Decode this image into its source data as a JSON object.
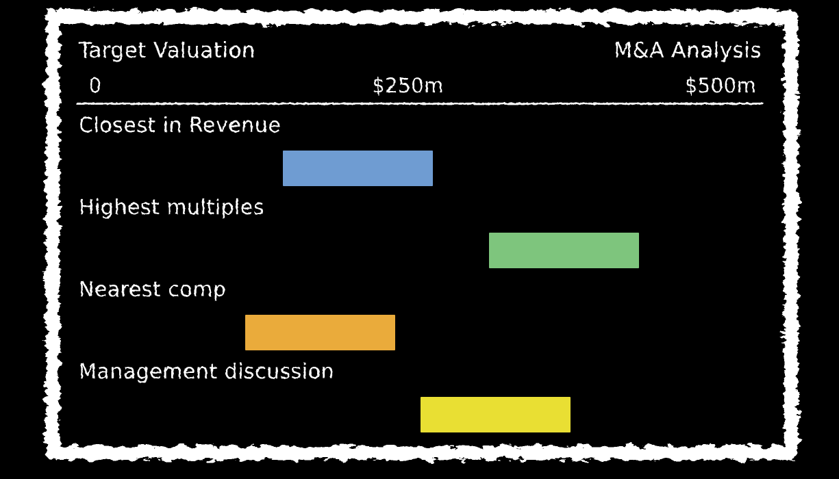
{
  "window": {
    "background": "#000000",
    "frame_color": "#FFFFFF",
    "style": "chalkboard-sketch"
  },
  "chart_data": {
    "type": "bar",
    "subtype": "horizontal-floating-range",
    "title": "Target Valuation",
    "annotation": "M&A Analysis",
    "xlabel": "",
    "ylabel": "",
    "xlim": [
      0,
      500
    ],
    "x_unit": "$m",
    "grid": false,
    "legend": "none",
    "x_ticks": [
      {
        "value": 0,
        "label": "0"
      },
      {
        "value": 250,
        "label": "$250m"
      },
      {
        "value": 500,
        "label": "$500m"
      }
    ],
    "categories": [
      "Closest in Revenue",
      "Highest multiples",
      "Nearest comp",
      "Management discussion"
    ],
    "series": [
      {
        "name": "Closest in Revenue",
        "range_start": 150,
        "range_end": 270,
        "color": "#6F9CD2"
      },
      {
        "name": "Highest multiples",
        "range_start": 315,
        "range_end": 435,
        "color": "#7EC57D"
      },
      {
        "name": "Nearest comp",
        "range_start": 120,
        "range_end": 240,
        "color": "#EAAB3B"
      },
      {
        "name": "Management discussion",
        "range_start": 260,
        "range_end": 380,
        "color": "#E9DF33"
      }
    ],
    "colors": {
      "text": "#FFFFFF",
      "axis": "#FFFFFF",
      "background": "#000000",
      "frame": "#FFFFFF"
    }
  }
}
